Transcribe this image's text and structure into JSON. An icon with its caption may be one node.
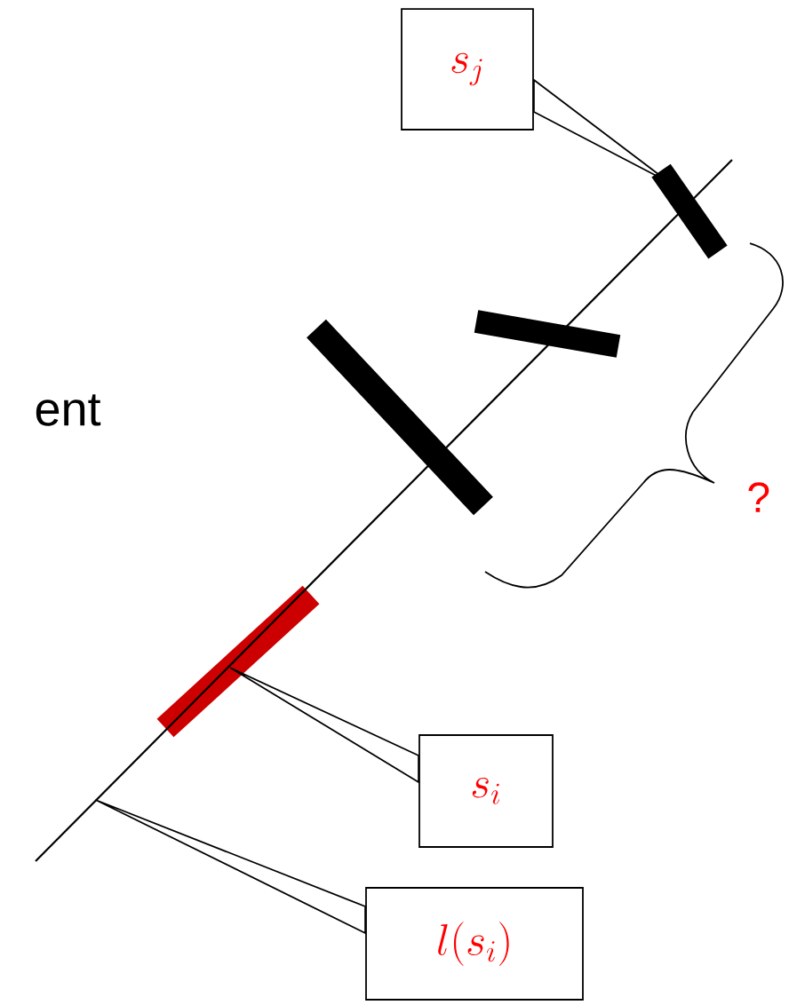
{
  "diagram": {
    "nodes": [
      {
        "text": [
          "s_j"
        ]
      },
      {
        "text": [],
        "shape": "bar"
      },
      {
        "text": [
          "s_i"
        ]
      },
      {
        "text": [],
        "shape": "bar"
      },
      {
        "text": [
          "l(s_i)"
        ]
      },
      {
        "text": [],
        "shape": "line"
      }
    ],
    "edges": [
      {
        "from": 0,
        "to": 1,
        "arrow": "none"
      },
      {
        "from": 2,
        "to": 3,
        "arrow": "none"
      },
      {
        "from": 4,
        "to": 5,
        "arrow": "none"
      }
    ],
    "labels": [
      "ent",
      "?"
    ]
  }
}
